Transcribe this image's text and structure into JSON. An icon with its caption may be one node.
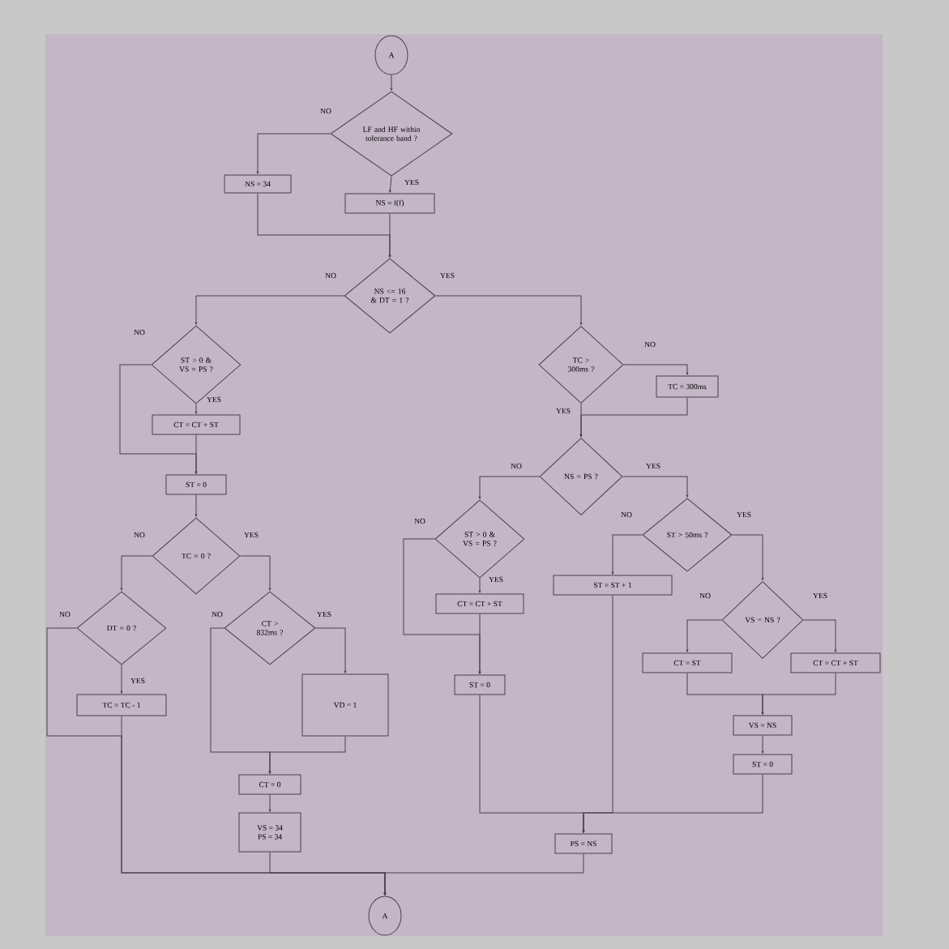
{
  "diagram": {
    "nodes": [
      {
        "text": [
          "A"
        ]
      },
      {
        "text": [
          "LF and HF within tolerance band ?"
        ]
      },
      {
        "text": [
          "NS = 34"
        ]
      },
      {
        "text": [
          "NS = f(f)"
        ]
      },
      {
        "text": [
          "NS <= 16 & DT = 1 ?"
        ]
      },
      {
        "text": [
          "ST > 0 & VS = PS ?"
        ]
      },
      {
        "text": [
          "CT = CT + ST"
        ]
      },
      {
        "text": [
          "ST = 0"
        ]
      },
      {
        "text": [
          "TC = 0 ?"
        ]
      },
      {
        "text": [
          "DT = 0 ?"
        ]
      },
      {
        "text": [
          "TC = TC - 1"
        ]
      },
      {
        "text": [
          "CT > 832ms ?"
        ]
      },
      {
        "text": [
          "VD = 1"
        ]
      },
      {
        "text": [
          "CT = 0"
        ]
      },
      {
        "text": [
          "VS = 34",
          "PS = 34"
        ]
      },
      {
        "text": [
          "TC > 300ms ?"
        ]
      },
      {
        "text": [
          "TC = 300ms"
        ]
      },
      {
        "text": [
          "NS = PS ?"
        ]
      },
      {
        "text": [
          "ST > 0 & VS = PS ?"
        ]
      },
      {
        "text": [
          "CT = CT + ST"
        ]
      },
      {
        "text": [
          "ST = 0"
        ]
      },
      {
        "text": [
          "ST > 50ms ?"
        ]
      },
      {
        "text": [
          "ST = ST + 1"
        ]
      },
      {
        "text": [
          "VS = NS ?"
        ]
      },
      {
        "text": [
          "CT = ST"
        ]
      },
      {
        "text": [
          "CT = CT + ST"
        ]
      },
      {
        "text": [
          "VS = NS"
        ]
      },
      {
        "text": [
          "ST = 0"
        ]
      },
      {
        "text": [
          "PS = NS"
        ]
      },
      {
        "text": [
          "A"
        ]
      }
    ],
    "edges": [
      {
        "from": 0,
        "to": 1,
        "arrow": "to"
      },
      {
        "from": 1,
        "to": 2,
        "arrow": "to",
        "label": "NO"
      },
      {
        "from": 1,
        "to": 3,
        "arrow": "to",
        "label": "YES"
      },
      {
        "from": 2,
        "to": 4,
        "arrow": "to"
      },
      {
        "from": 3,
        "to": 4,
        "arrow": "to"
      },
      {
        "from": 4,
        "to": 5,
        "arrow": "to",
        "label": "NO"
      },
      {
        "from": 4,
        "to": 15,
        "arrow": "to",
        "label": "YES"
      },
      {
        "from": 5,
        "to": 6,
        "arrow": "to",
        "label": "YES"
      },
      {
        "from": 5,
        "to": 7,
        "arrow": "to",
        "label": "NO"
      },
      {
        "from": 6,
        "to": 7,
        "arrow": "to"
      },
      {
        "from": 7,
        "to": 8,
        "arrow": "to"
      },
      {
        "from": 8,
        "to": 9,
        "arrow": "to",
        "label": "NO"
      },
      {
        "from": 8,
        "to": 11,
        "arrow": "to",
        "label": "YES"
      },
      {
        "from": 9,
        "to": 10,
        "arrow": "to",
        "label": "YES"
      },
      {
        "from": 9,
        "to": 29,
        "arrow": "to",
        "label": "NO"
      },
      {
        "from": 10,
        "to": 29,
        "arrow": "to"
      },
      {
        "from": 11,
        "to": 13,
        "arrow": "to",
        "label": "NO"
      },
      {
        "from": 11,
        "to": 12,
        "arrow": "to",
        "label": "YES"
      },
      {
        "from": 12,
        "to": 13,
        "arrow": "to"
      },
      {
        "from": 13,
        "to": 14,
        "arrow": "to"
      },
      {
        "from": 14,
        "to": 29,
        "arrow": "to"
      },
      {
        "from": 15,
        "to": 16,
        "arrow": "to",
        "label": "NO"
      },
      {
        "from": 15,
        "to": 17,
        "arrow": "to",
        "label": "YES"
      },
      {
        "from": 16,
        "to": 17,
        "arrow": "to"
      },
      {
        "from": 17,
        "to": 18,
        "arrow": "to",
        "label": "NO"
      },
      {
        "from": 17,
        "to": 21,
        "arrow": "to",
        "label": "YES"
      },
      {
        "from": 18,
        "to": 19,
        "arrow": "to",
        "label": "YES"
      },
      {
        "from": 18,
        "to": 20,
        "arrow": "to",
        "label": "NO"
      },
      {
        "from": 19,
        "to": 20,
        "arrow": "to"
      },
      {
        "from": 20,
        "to": 28,
        "arrow": "to"
      },
      {
        "from": 21,
        "to": 22,
        "arrow": "to",
        "label": "NO"
      },
      {
        "from": 21,
        "to": 23,
        "arrow": "to",
        "label": "YES"
      },
      {
        "from": 22,
        "to": 28,
        "arrow": "to"
      },
      {
        "from": 23,
        "to": 24,
        "arrow": "to",
        "label": "NO"
      },
      {
        "from": 23,
        "to": 25,
        "arrow": "to",
        "label": "YES"
      },
      {
        "from": 24,
        "to": 26,
        "arrow": "to"
      },
      {
        "from": 25,
        "to": 26,
        "arrow": "to"
      },
      {
        "from": 26,
        "to": 27,
        "arrow": "to"
      },
      {
        "from": 27,
        "to": 28,
        "arrow": "to"
      },
      {
        "from": 28,
        "to": 29,
        "arrow": "to"
      }
    ]
  }
}
